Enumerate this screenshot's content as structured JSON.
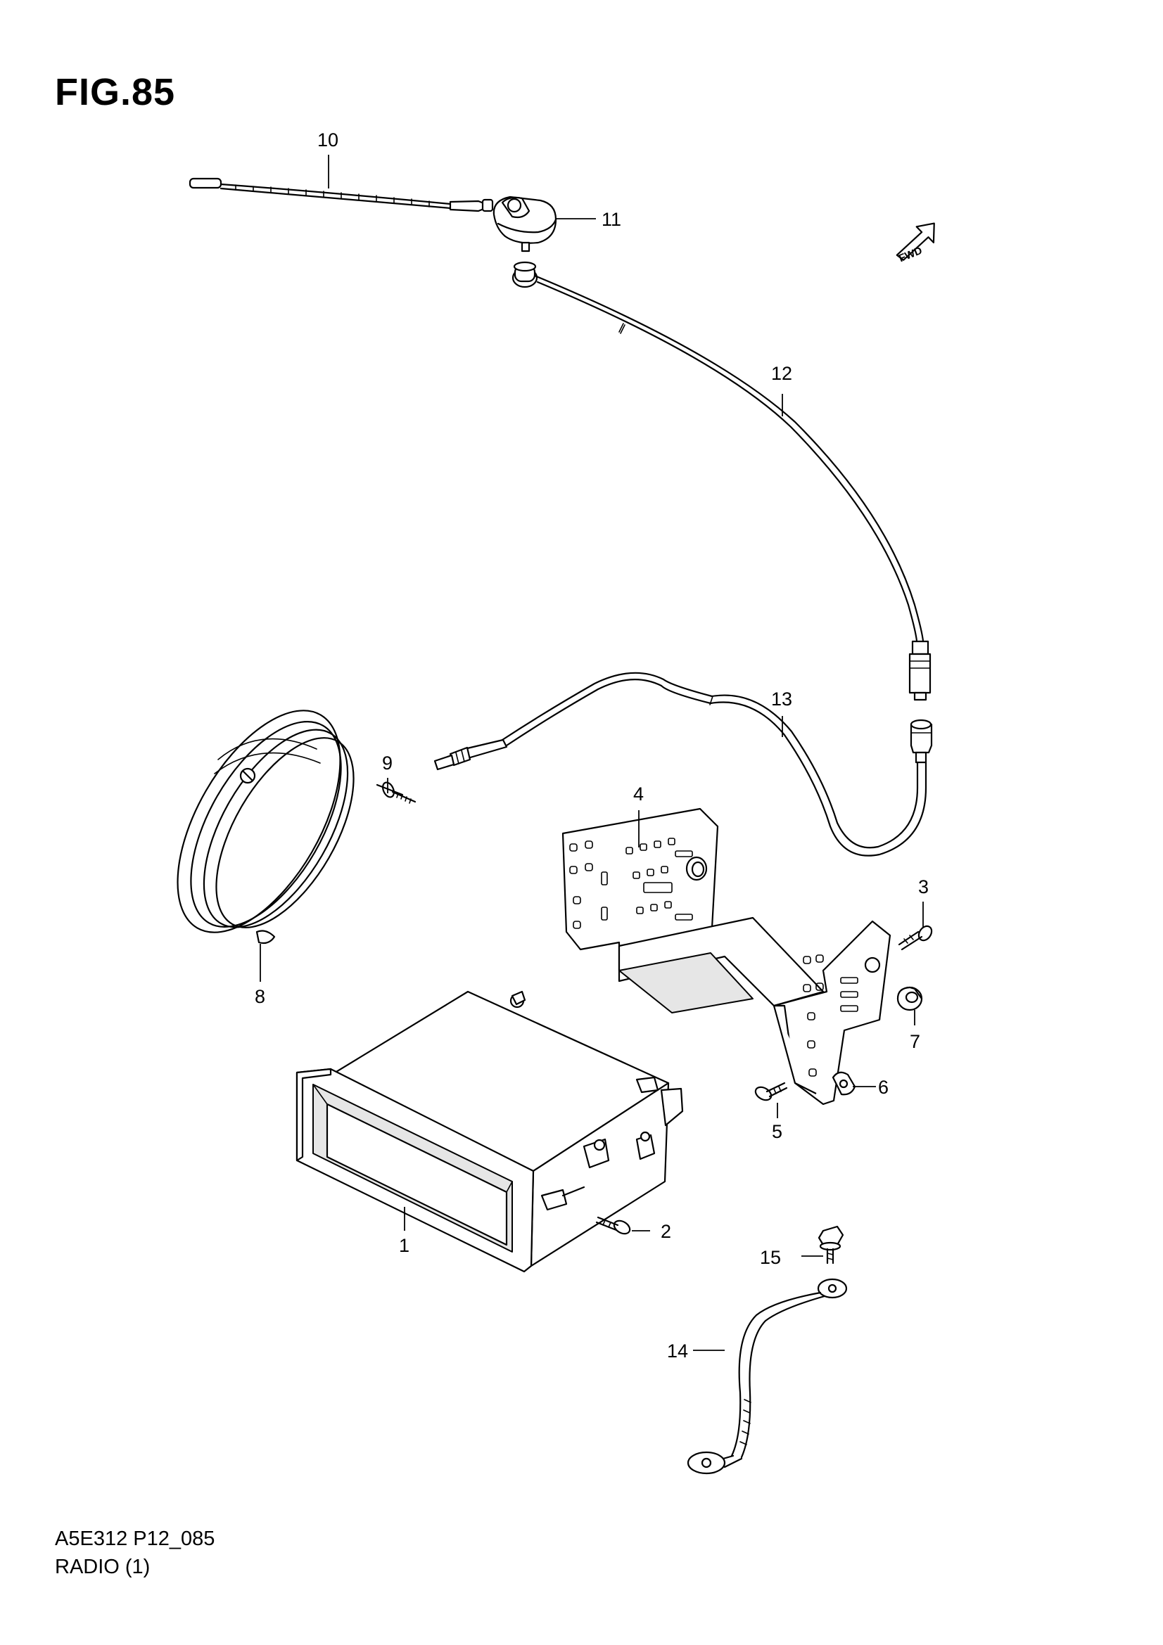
{
  "figure": {
    "title": "FIG.85",
    "code": "A5E312 P12_085",
    "caption": "RADIO (1)",
    "fwd_label": "FWD"
  },
  "callouts": {
    "p1": "1",
    "p2": "2",
    "p3": "3",
    "p4": "4",
    "p5": "5",
    "p6": "6",
    "p7": "7",
    "p8": "8",
    "p9": "9",
    "p10": "10",
    "p11": "11",
    "p12": "12",
    "p13": "13",
    "p14": "14",
    "p15": "15"
  },
  "parts": [
    {
      "no": "1",
      "icon": "radio-pocket-icon"
    },
    {
      "no": "2",
      "icon": "screw-icon"
    },
    {
      "no": "3",
      "icon": "screw-icon"
    },
    {
      "no": "4",
      "icon": "bracket-icon"
    },
    {
      "no": "5",
      "icon": "screw-icon"
    },
    {
      "no": "6",
      "icon": "clip-nut-icon"
    },
    {
      "no": "7",
      "icon": "cap-icon"
    },
    {
      "no": "8",
      "icon": "speaker-icon"
    },
    {
      "no": "9",
      "icon": "screw-icon"
    },
    {
      "no": "10",
      "icon": "antenna-rod-icon"
    },
    {
      "no": "11",
      "icon": "antenna-base-icon"
    },
    {
      "no": "12",
      "icon": "antenna-cable-icon"
    },
    {
      "no": "13",
      "icon": "extension-cable-icon"
    },
    {
      "no": "14",
      "icon": "ground-strap-icon"
    },
    {
      "no": "15",
      "icon": "bolt-icon"
    }
  ],
  "colors": {
    "line": "#000000",
    "background": "#ffffff",
    "fill": "#e6e6e6"
  }
}
